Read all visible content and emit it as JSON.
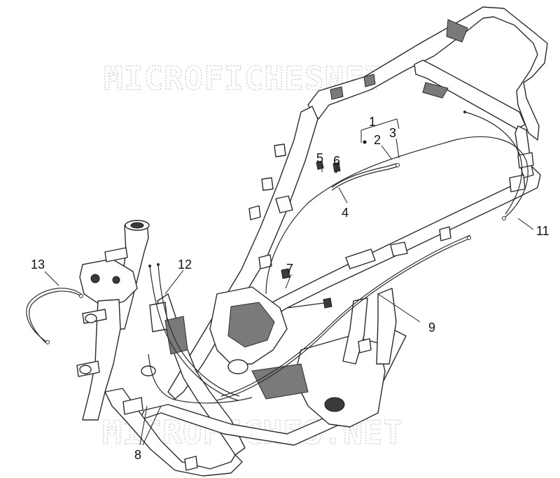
{
  "watermarks": {
    "top": "MICROFICHESNET",
    "bottom": "MICROFICHES.NET"
  },
  "callouts": [
    {
      "id": "1",
      "label": "1"
    },
    {
      "id": "2",
      "label": "2"
    },
    {
      "id": "3",
      "label": "3"
    },
    {
      "id": "4",
      "label": "4"
    },
    {
      "id": "5",
      "label": "5"
    },
    {
      "id": "6",
      "label": "6"
    },
    {
      "id": "7",
      "label": "7"
    },
    {
      "id": "8",
      "label": "8"
    },
    {
      "id": "9",
      "label": "9"
    },
    {
      "id": "11",
      "label": "11"
    },
    {
      "id": "12",
      "label": "12"
    },
    {
      "id": "13",
      "label": "13"
    }
  ],
  "colors": {
    "line": "#2a2a2a",
    "shade": "#7a7a7a",
    "watermark": "#c9c9c9",
    "background": "#ffffff"
  }
}
